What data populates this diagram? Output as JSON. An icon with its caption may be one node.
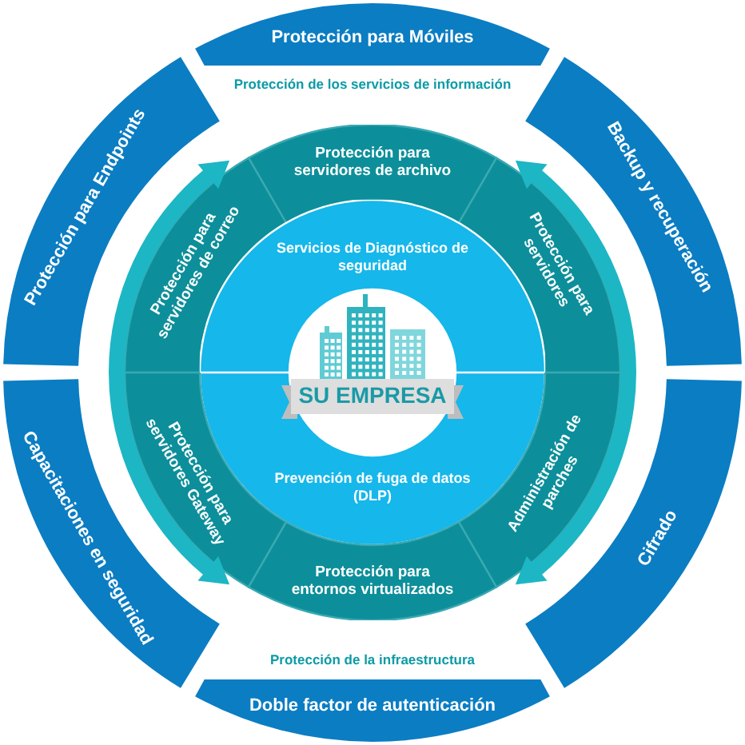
{
  "diagram": {
    "nodes": [
      {
        "text": [
          "Protección para Móviles"
        ]
      },
      {
        "text": [
          "Protección para Endpoints"
        ]
      },
      {
        "text": [
          "Backup y recuperación"
        ]
      },
      {
        "text": [
          "Protección para servidores de archivo"
        ]
      },
      {
        "text": [
          "Protección para servidores de correo"
        ]
      },
      {
        "text": [
          "Protección para servidores"
        ]
      },
      {
        "text": [
          "Servicios de Diagnóstico de seguridad"
        ]
      },
      {
        "text": [
          "SU EMPRESA"
        ]
      },
      {
        "text": [
          "Prevención de fuga de datos (DLP)"
        ]
      },
      {
        "text": [
          "Protección para servidores Gateway"
        ]
      },
      {
        "text": [
          "Administración de parches"
        ]
      },
      {
        "text": [
          "Capacitaciones en seguridad"
        ]
      },
      {
        "text": [
          "Cifrado"
        ]
      },
      {
        "text": [
          "Protección para entornos virtualizados"
        ]
      },
      {
        "text": [
          "Doble factor de autenticación"
        ]
      }
    ],
    "labels": [
      "Protección de los servicios de información",
      "Protección de la infraestructura"
    ]
  }
}
